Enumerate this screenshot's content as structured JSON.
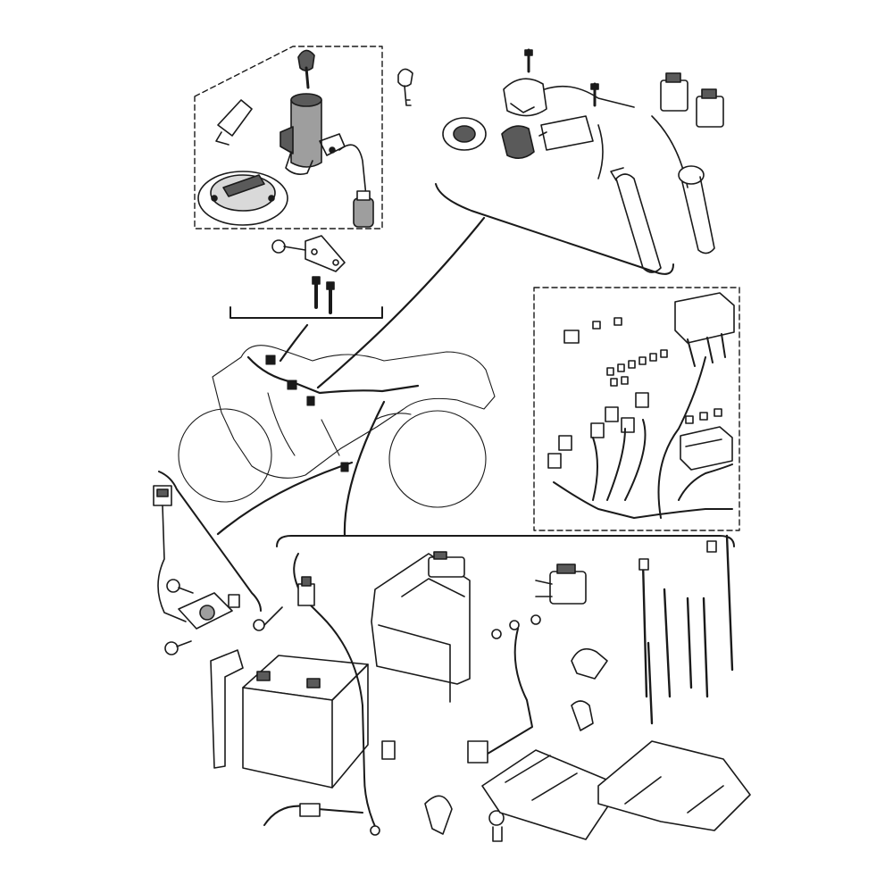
{
  "diagram": {
    "type": "exploded-parts-illustration",
    "groups": [
      "ignition-switch-group",
      "handlebar-switch-group",
      "fuse-harness-group",
      "sensor-group",
      "battery-group",
      "motorcycle-outline"
    ],
    "colors": {
      "line": "#1a1a1a",
      "fill": "#ffffff",
      "shade": "#bdbdbd",
      "dark": "#5a5a5a"
    }
  }
}
